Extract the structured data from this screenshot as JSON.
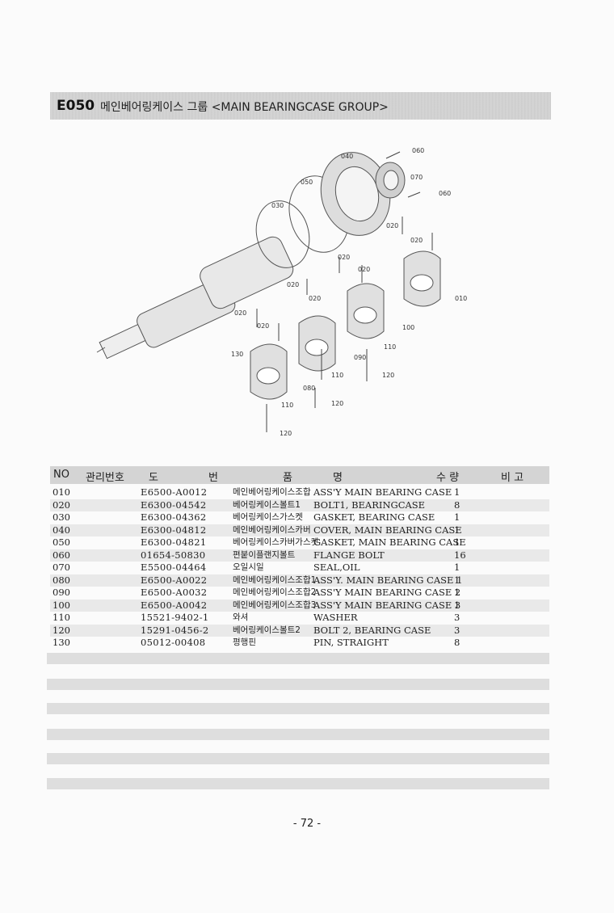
{
  "header": {
    "code": "E050",
    "title": "메인베어링케이스 그룹 <MAIN BEARINGCASE GROUP>"
  },
  "diagram": {
    "labels": [
      "010",
      "020",
      "030",
      "040",
      "050",
      "060",
      "070",
      "080",
      "090",
      "100",
      "110",
      "120",
      "130"
    ]
  },
  "table": {
    "headers": {
      "no": "NO",
      "mgmt_no": "관리번호",
      "part_no_1": "도",
      "part_no_2": "번",
      "name_1": "품",
      "name_2": "명",
      "qty": "수 량",
      "remarks": "비 고"
    },
    "rows": [
      {
        "no": "010",
        "part": "E6500-A0012",
        "kr": "메인베어링케이스조합",
        "en": "ASS'Y MAIN BEARING CASE",
        "qty": "1"
      },
      {
        "no": "020",
        "part": "E6300-04542",
        "kr": "베어링케이스볼트1",
        "en": "BOLT1, BEARINGCASE",
        "qty": "8"
      },
      {
        "no": "030",
        "part": "E6300-04362",
        "kr": "베어링케이스가스켓",
        "en": "GASKET, BEARING CASE",
        "qty": "1"
      },
      {
        "no": "040",
        "part": "E6300-04812",
        "kr": "메인베어링케이스카버",
        "en": "COVER, MAIN BEARING CASE",
        "qty": "1"
      },
      {
        "no": "050",
        "part": "E6300-04821",
        "kr": "베어링케이스카버가스켓",
        "en": "GASKET, MAIN BEARING CASE",
        "qty": "1"
      },
      {
        "no": "060",
        "part": "01654-50830",
        "kr": "편붙이플랜지볼트",
        "en": "FLANGE BOLT",
        "qty": "16"
      },
      {
        "no": "070",
        "part": "E5500-04464",
        "kr": "오일시일",
        "en": "SEAL,OIL",
        "qty": "1"
      },
      {
        "no": "080",
        "part": "E6500-A0022",
        "kr": "메인베어링케이스조합1",
        "en": "ASS'Y. MAIN BEARING CASE 1",
        "qty": "1"
      },
      {
        "no": "090",
        "part": "E6500-A0032",
        "kr": "메인베어링케이스조합2",
        "en": "ASS'Y MAIN BEARING CASE 2",
        "qty": "1"
      },
      {
        "no": "100",
        "part": "E6500-A0042",
        "kr": "메인베어링케이스조합3",
        "en": "ASS'Y MAIN BEARING CASE 3",
        "qty": "1"
      },
      {
        "no": "110",
        "part": "15521-9402-1",
        "kr": "와셔",
        "en": "WASHER",
        "qty": "3"
      },
      {
        "no": "120",
        "part": "15291-0456-2",
        "kr": "베어링케이스볼트2",
        "en": "BOLT 2, BEARING CASE",
        "qty": "3"
      },
      {
        "no": "130",
        "part": "05012-00408",
        "kr": "평행핀",
        "en": "PIN, STRAIGHT",
        "qty": "8"
      }
    ]
  },
  "footer": {
    "page_number": "- 72 -"
  }
}
